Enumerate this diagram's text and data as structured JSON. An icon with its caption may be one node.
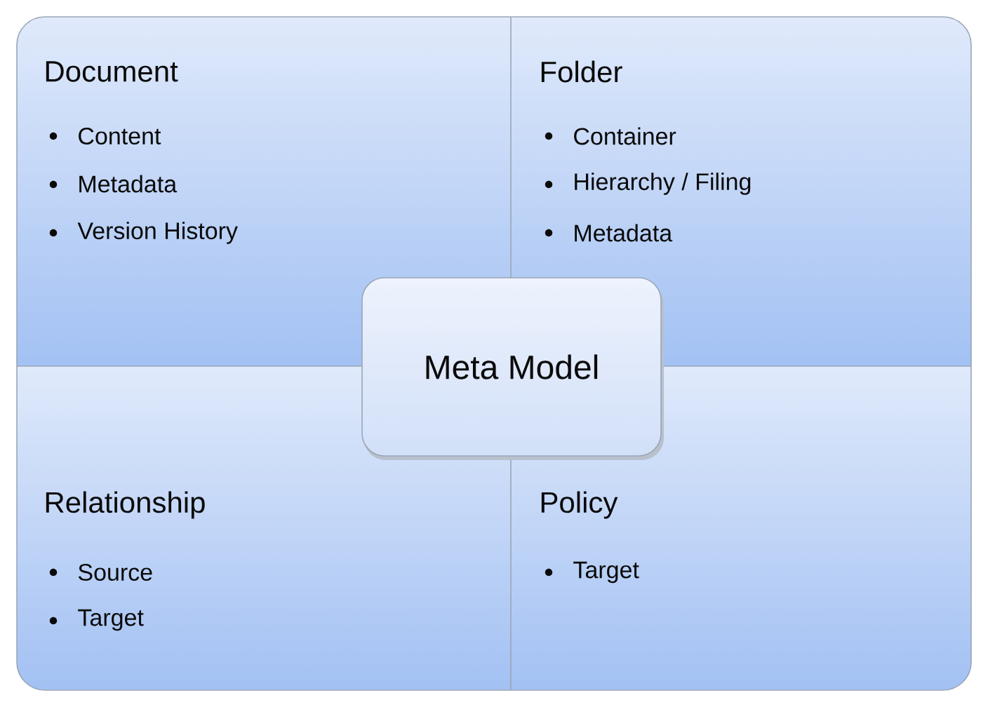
{
  "diagram": {
    "nodes": [
      {
        "text": [
          "Document",
          "Content",
          "Metadata",
          "Version History"
        ]
      },
      {
        "text": [
          "Folder",
          "Container",
          "Hierarchy / Filing",
          "Metadata"
        ]
      },
      {
        "text": [
          "Relationship",
          "Source",
          "Target"
        ]
      },
      {
        "text": [
          "Policy",
          "Target"
        ]
      },
      {
        "text": [
          "Meta Model"
        ]
      }
    ]
  }
}
